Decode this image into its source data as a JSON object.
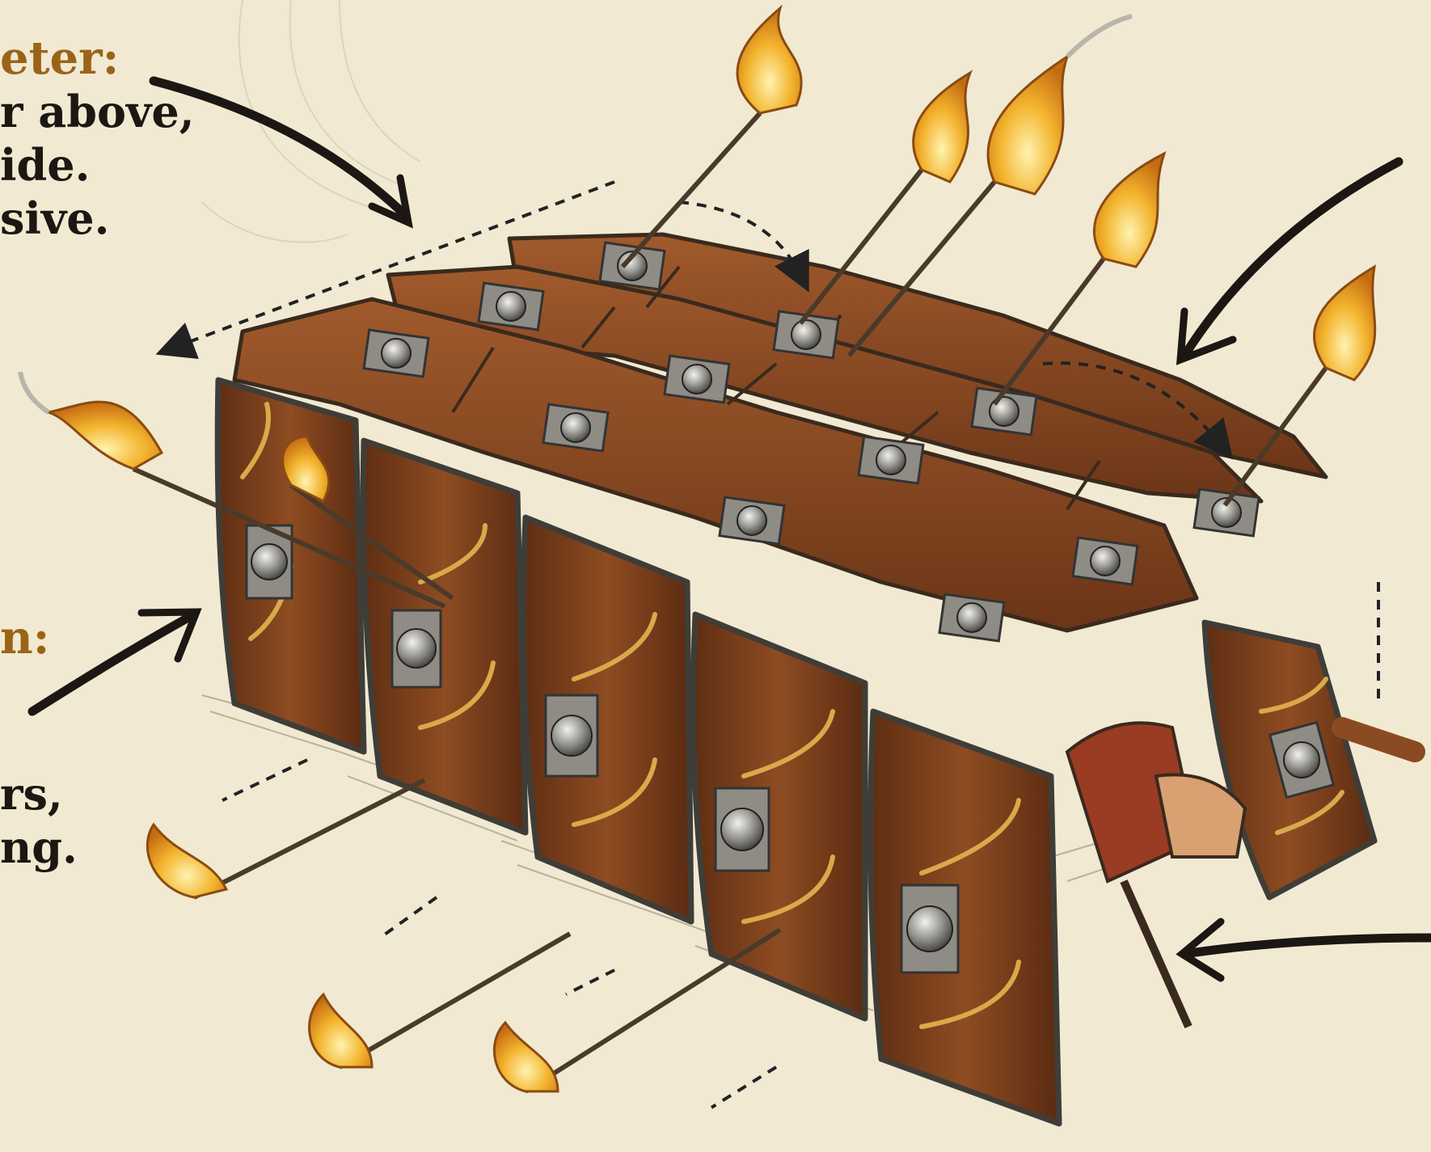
{
  "callouts": {
    "top": {
      "head": "eter:",
      "lines": [
        "r above,",
        "ide.",
        "sive."
      ]
    },
    "mid": {
      "head": "n:"
    },
    "bottom": {
      "lines": [
        "rs,",
        "ng."
      ]
    }
  },
  "colors": {
    "parchment": "#f1e9d2",
    "heading_accent": "#9a6418",
    "ink": "#1c1712",
    "wood": "#7a3f1c",
    "wood_dark": "#4a2410",
    "iron_rim": "#6e6c66",
    "boss": "#b9b7b0",
    "flame": "#f2a726",
    "flame_core": "#fde58a"
  }
}
